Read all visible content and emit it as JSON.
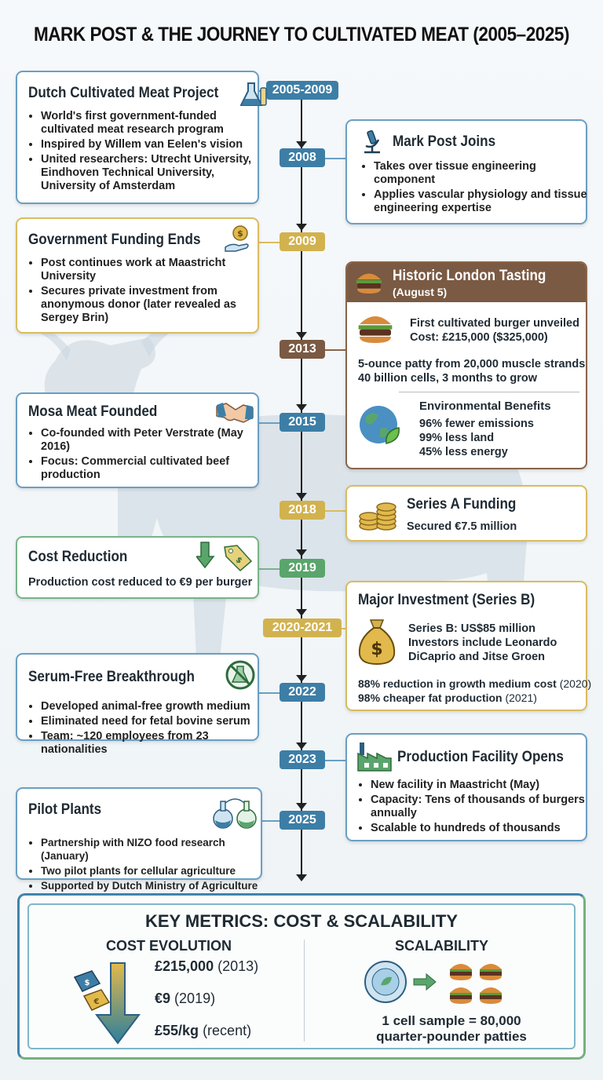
{
  "title": "MARK POST & THE JOURNEY TO CULTIVATED MEAT (2005–2025)",
  "colors": {
    "blue": "#3d7ea6",
    "gold": "#d2b24f",
    "brown": "#7a5a43",
    "green": "#5aa56c"
  },
  "years": [
    "2005-2009",
    "2008",
    "2009",
    "2013",
    "2015",
    "2018",
    "2019",
    "2020-2021",
    "2022",
    "2023",
    "2025"
  ],
  "events": {
    "dutch": {
      "title": "Dutch Cultivated Meat Project",
      "icon": "flask-icon",
      "bullets": [
        "World's first government-funded cultivated meat research program",
        "Inspired by Willem van Eelen's vision",
        "United researchers: Utrecht University, Eindhoven Technical University, University of Amsterdam"
      ]
    },
    "post_joins": {
      "title": "Mark Post Joins",
      "icon": "microscope-icon",
      "bullets": [
        "Takes over tissue engineering component",
        "Applies vascular physiology and tissue engineering expertise"
      ]
    },
    "funding_ends": {
      "title": "Government Funding Ends",
      "icon": "money-hand-icon",
      "bullets": [
        "Post continues work at Maastricht University",
        "Secures private investment from anonymous donor (later revealed as Sergey Brin)"
      ]
    },
    "london": {
      "title": "Historic London Tasting",
      "subtitle": "(August 5)",
      "line1": "First cultivated burger unveiled",
      "line2": "Cost: £215,000 ($325,000)",
      "line3": "5-ounce patty from 20,000 muscle strands",
      "line4": "40 billion cells, 3 months to grow",
      "env_title": "Environmental Benefits",
      "env": [
        "96% fewer emissions",
        "99% less land",
        "45% less energy"
      ]
    },
    "mosa": {
      "title": "Mosa Meat Founded",
      "icon": "handshake-icon",
      "bullets": [
        "Co-founded with Peter Verstrate (May 2016)",
        "Focus: Commercial cultivated beef production"
      ]
    },
    "series_a": {
      "title": "Series A Funding",
      "text": "Secured €7.5 million"
    },
    "cost_reduction": {
      "title": "Cost Reduction",
      "text": "Production cost reduced to €9 per burger"
    },
    "series_b": {
      "title": "Major Investment (Series B)",
      "line1": "Series B: US$85 million",
      "line2": "Investors include Leonardo DiCaprio and Jitse Groen",
      "stat1": "88% reduction in growth medium cost",
      "stat1_year": "(2020)",
      "stat2": "98% cheaper fat production",
      "stat2_year": "(2021)"
    },
    "serum_free": {
      "title": "Serum-Free Breakthrough",
      "bullets": [
        "Developed animal-free growth medium",
        "Eliminated need for fetal bovine serum",
        "Team: ~120 employees from 23 nationalities"
      ]
    },
    "facility": {
      "title": "Production Facility Opens",
      "bullets": [
        "New facility in Maastricht (May)",
        "Capacity: Tens of thousands of burgers annually",
        "Scalable to hundreds of thousands"
      ]
    },
    "pilot": {
      "title": "Pilot Plants",
      "bullets": [
        "Partnership with NIZO food research (January)",
        "Two pilot plants for cellular agriculture",
        "Supported by Dutch Ministry of Agriculture"
      ]
    }
  },
  "metrics": {
    "title": "KEY METRICS: COST & SCALABILITY",
    "cost_heading": "COST EVOLUTION",
    "scal_heading": "SCALABILITY",
    "costs": [
      {
        "value": "£215,000",
        "year": "(2013)"
      },
      {
        "value": "€9",
        "year": "(2019)"
      },
      {
        "value": "£55/kg",
        "year": "(recent)"
      }
    ],
    "scal_line1": "1 cell sample = 80,000",
    "scal_line2": "quarter-pounder patties"
  }
}
